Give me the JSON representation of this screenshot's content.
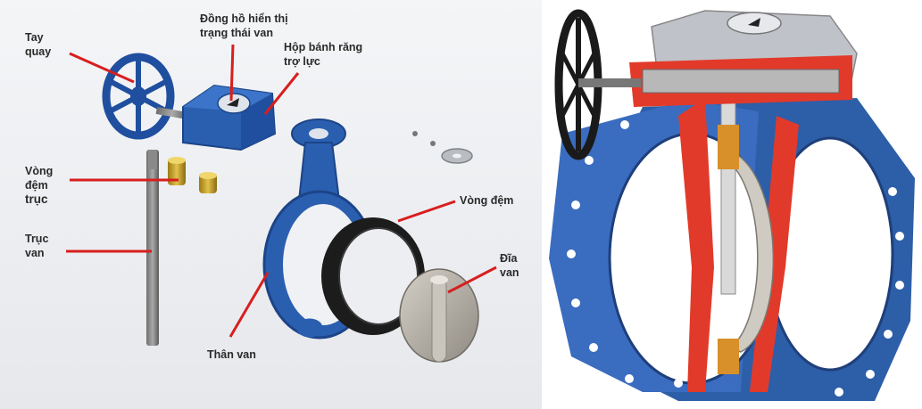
{
  "labels": {
    "tay_quay_1": "Tay",
    "tay_quay_2": "quay",
    "dong_ho_1": "Đồng hồ hiển thị",
    "dong_ho_2": "trạng thái van",
    "hop_1": "Hộp bánh răng",
    "hop_2": "trợ lực",
    "vong_dem_truc_1": "Vòng",
    "vong_dem_truc_2": "đệm",
    "vong_dem_truc_3": "trục",
    "truc_van_1": "Trục",
    "truc_van_2": "van",
    "vong_dem": "Vòng đệm",
    "dia_van_1": "Đĩa",
    "dia_van_2": "van",
    "than_van": "Thân van"
  },
  "colors": {
    "valve_blue": "#2a5fb0",
    "valve_blue_dark": "#1c4487",
    "leader_red": "#d81e1e",
    "gasket_black": "#1c1c1c",
    "disc_grey": "#b8b3aa",
    "brass": "#c9a227",
    "cutaway_red": "#e23a2a"
  }
}
